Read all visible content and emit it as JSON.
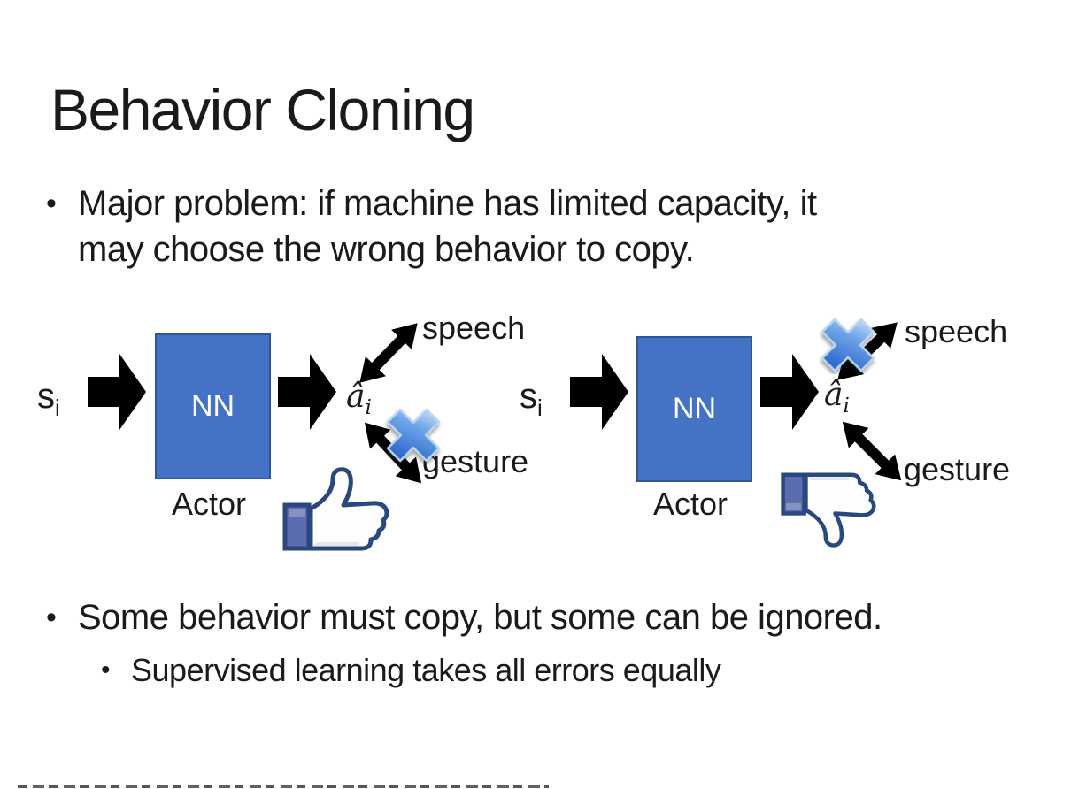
{
  "slide": {
    "title": "Behavior Cloning",
    "bullet_marker": "•",
    "bullet1_line1": "Major problem: if machine has limited capacity, it",
    "bullet1_line2": "may choose the wrong behavior to copy.",
    "bullet2": "Some behavior must copy, but some can be ignored.",
    "sub_bullet": "Supervised learning takes all errors equally"
  },
  "diagrams": [
    {
      "side": "left",
      "input": "s",
      "input_sub": "i",
      "box": "NN",
      "caption": "Actor",
      "output": "â",
      "output_sub": "i",
      "top_branch": "speech",
      "bottom_branch": "gesture",
      "crossed_branch": "gesture",
      "feedback": "thumbs-up"
    },
    {
      "side": "right",
      "input": "s",
      "input_sub": "i",
      "box": "NN",
      "caption": "Actor",
      "output": "â",
      "output_sub": "i",
      "top_branch": "speech",
      "bottom_branch": "gesture",
      "crossed_branch": "speech",
      "feedback": "thumbs-down"
    }
  ],
  "colors": {
    "background": "#FFFFFF",
    "text": "#1A1A1A",
    "box_fill": "#4472C4",
    "box_border": "#2E5597",
    "box_text": "#FFFFFF",
    "arrow_black": "#000000",
    "arrow_red": "#EC1B23",
    "cross_blue_light": "#CDE2F8",
    "cross_blue_dark": "#2F6BCE",
    "thumb_outline": "#29487D",
    "thumb_cuff": "#5B6DAE"
  }
}
